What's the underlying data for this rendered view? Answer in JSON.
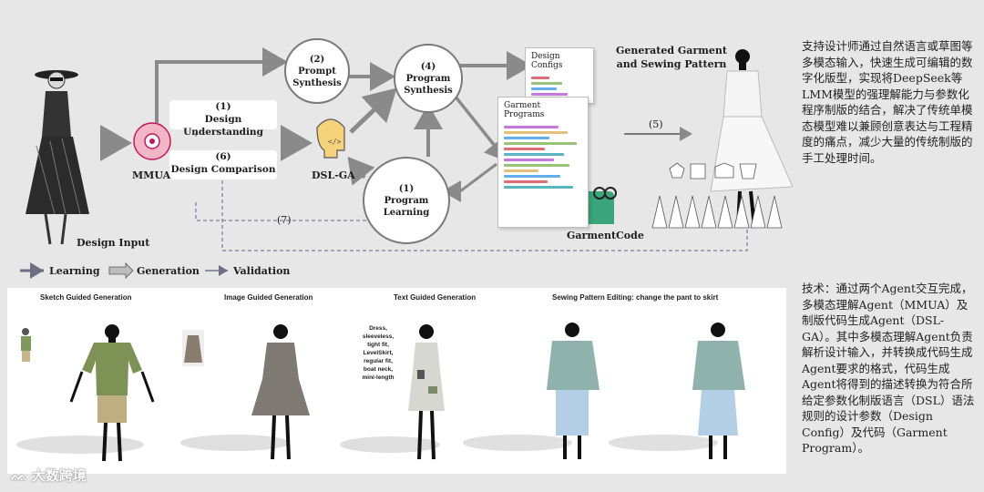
{
  "diagram": {
    "design_input_label": "Design Input",
    "mmua_label": "MMUA",
    "design_understanding": "(1)\nDesign Understanding",
    "design_comparison": "(6)\nDesign Comparison",
    "dslga_label": "DSL-GA",
    "prompt_synthesis": "(2)\nPrompt\nSynthesis",
    "program_synthesis": "(4)\nProgram\nSynthesis",
    "program_learning": "(1)\nProgram\nLearning",
    "design_configs": "Design Configs",
    "garment_programs": "Garment Programs",
    "garmentcode_label": "GarmentCode",
    "generated_label": "Generated Garment\nand Sewing Pattern",
    "step5": "(5)",
    "step7": "(7)",
    "legend": {
      "learning": "Learning",
      "generation": "Generation",
      "validation": "Validation"
    }
  },
  "examples": {
    "sketch_title": "Sketch Guided Generation",
    "image_title": "Image Guided Generation",
    "text_title": "Text Guided Generation",
    "edit_title": "Sewing Pattern Editing:  change the pant to skirt",
    "text_prompt": "Dress, sleeveless, tight fit, LevelSkirt, regular fit, boat neck, mini-length"
  },
  "side_text": {
    "para1": "支持设计师通过自然语言或草图等多模态输入，快速生成可编辑的数字化版型，实现将DeepSeek等LMM模型的强理解能力与参数化程序制版的结合，解决了传统单模态模型难以兼顾创意表达与工程精度的痛点，减少大量的传统制版的手工处理时间。",
    "para2": "技术：通过两个Agent交互完成，多模态理解Agent（MMUA）及制版代码生成Agent（DSL-GA）。其中多模态理解Agent负责解析设计输入，并转换成代码生成Agent要求的格式，代码生成Agent将得到的描述转换为符合所给定参数化制版语言（DSL）语法规则的设计参数（Design Config）及代码（Garment Program）。"
  },
  "watermark": "大数跨境",
  "colors": {
    "arrow": "#8a8a8a",
    "dashed": "#8f8fa3",
    "bg": "#e7e7e7"
  }
}
